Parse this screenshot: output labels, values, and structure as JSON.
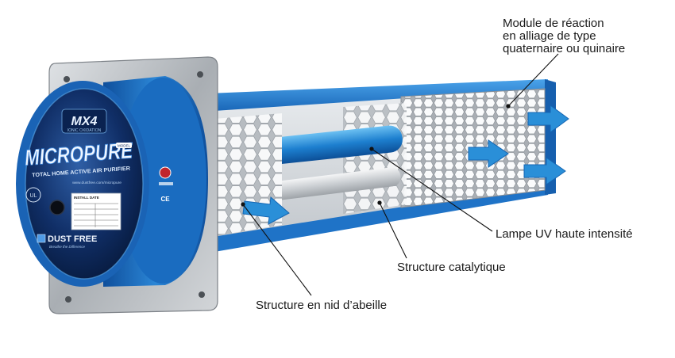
{
  "product": {
    "brand_badge": "MX4",
    "brand_badge_sub": "IONIC OXIDATION",
    "name": "MICROPURE",
    "tagline": "TOTAL HOME ACTIVE AIR PURIFIER",
    "website": "www.dustfree.com/micropure",
    "label_title": "INSTALL DATE",
    "manufacturer": "DUST FREE",
    "manufacturer_tagline": "Breathe the Difference",
    "cert_mark": "CE",
    "model_tag": "MODEL"
  },
  "callouts": {
    "module": [
      "Module de réaction",
      "en alliage de type",
      "quaternaire ou quinaire"
    ],
    "lamp": "Lampe UV haute intensité",
    "catalytic": "Structure catalytique",
    "honeycomb": "Structure en nid d’abeille"
  },
  "colors": {
    "housing_blue": "#1f73c7",
    "arrow_blue": "#2a8fd8",
    "plate_grey": "#bfc3c7",
    "face_navy": "#0d2a5c"
  }
}
